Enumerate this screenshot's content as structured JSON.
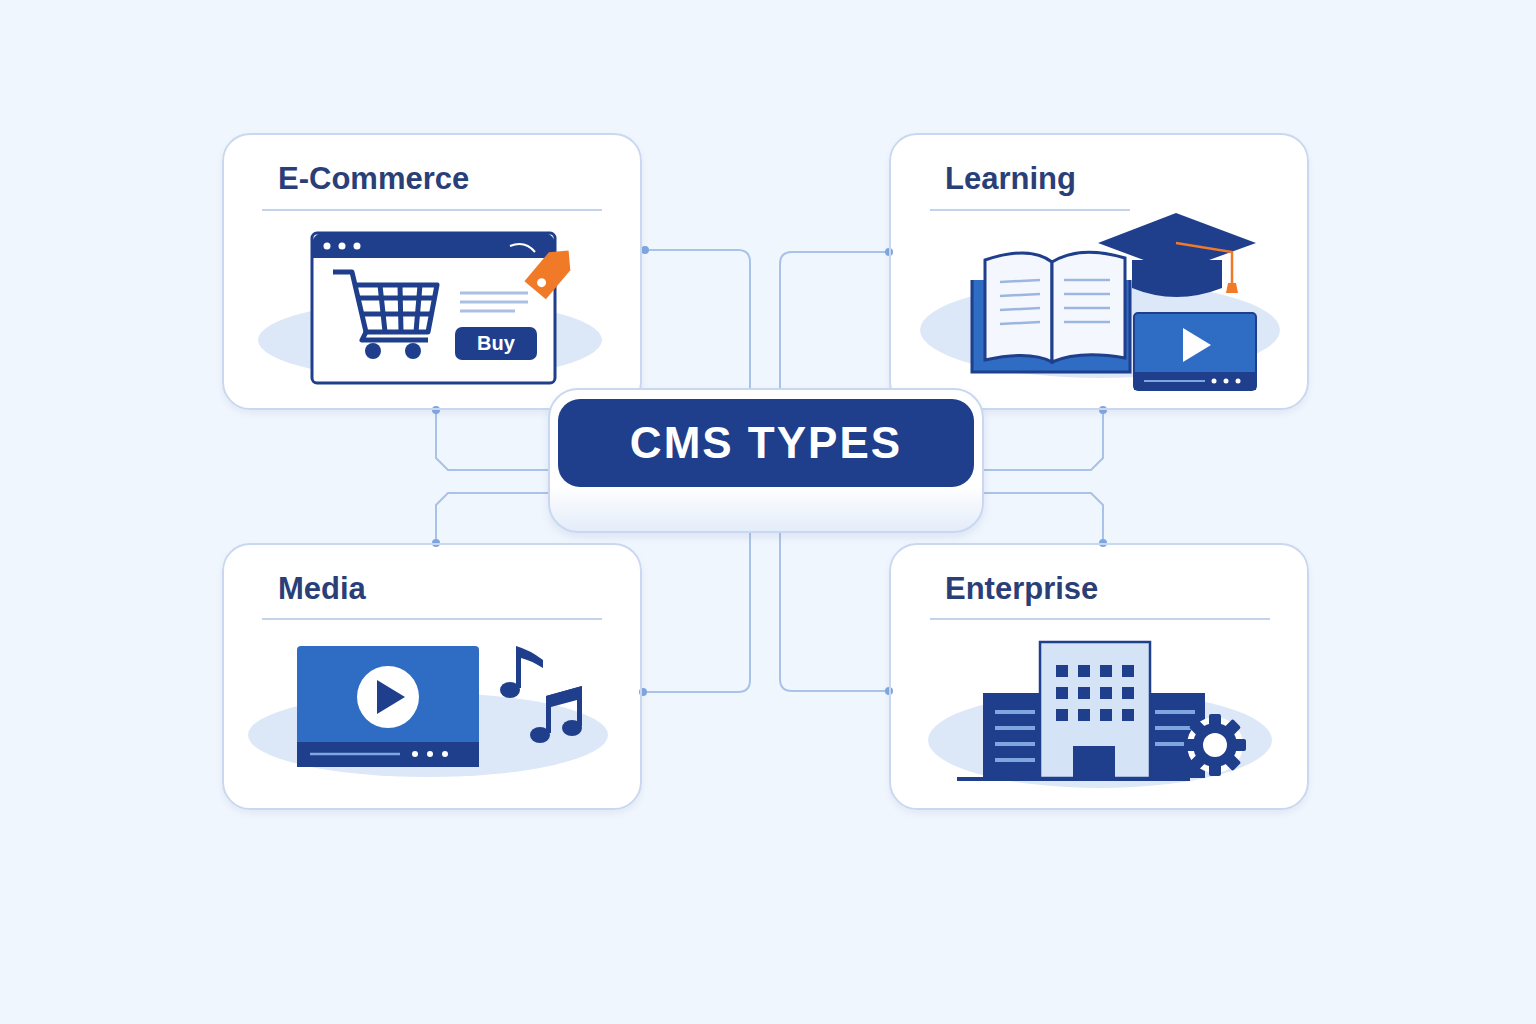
{
  "diagram": {
    "nodes": [
      {
        "text": [
          "E-Commerce"
        ]
      },
      {
        "text": [
          "Learning"
        ]
      },
      {
        "text": [
          "CMS TYPES"
        ]
      },
      {
        "text": [
          "Media"
        ]
      },
      {
        "text": [
          "Enterprise"
        ]
      }
    ],
    "edges": [
      {
        "from": 2,
        "to": 0,
        "arrow": "none"
      },
      {
        "from": 2,
        "to": 1,
        "arrow": "none"
      },
      {
        "from": 2,
        "to": 3,
        "arrow": "none"
      },
      {
        "from": 2,
        "to": 4,
        "arrow": "none"
      }
    ],
    "labels": [
      "Buy"
    ]
  }
}
